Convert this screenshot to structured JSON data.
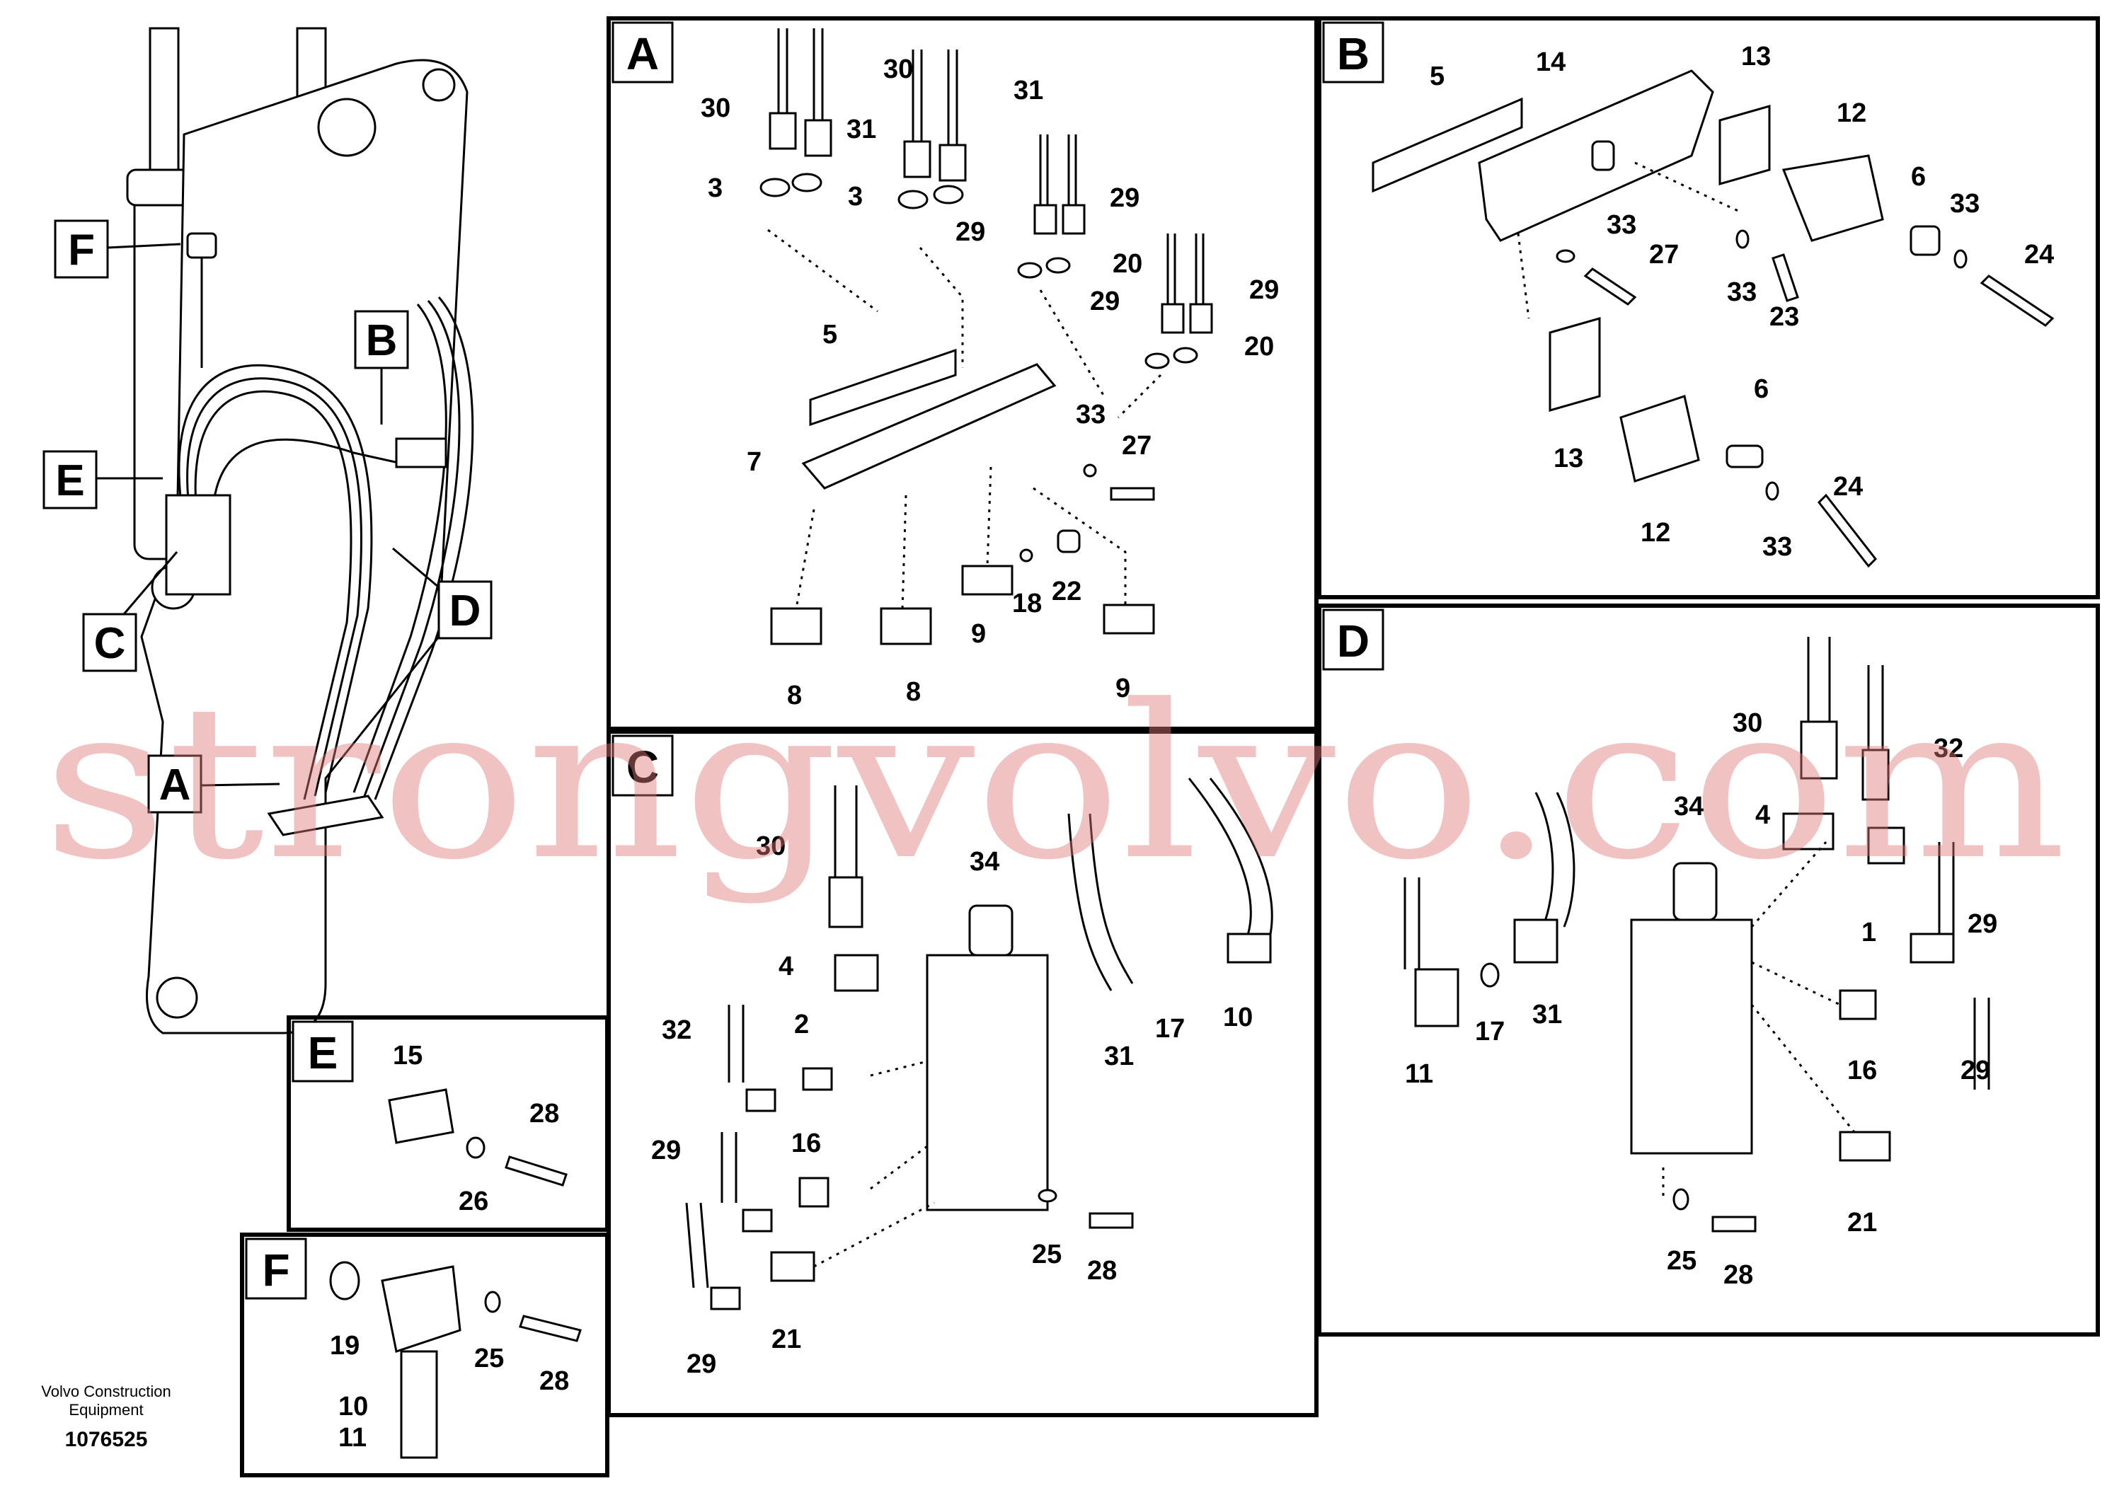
{
  "watermark": "strongvolvo.com",
  "footer": {
    "line1": "Volvo Construction",
    "line2": "Equipment",
    "code": "1076525"
  },
  "overview": {
    "labels": [
      "F",
      "B",
      "E",
      "C",
      "D",
      "A"
    ]
  },
  "panels": {
    "A": {
      "letter": "A",
      "callouts": [
        "30",
        "30",
        "31",
        "31",
        "3",
        "3",
        "29",
        "29",
        "20",
        "20",
        "29",
        "29",
        "5",
        "7",
        "33",
        "27",
        "9",
        "18",
        "22",
        "8",
        "8",
        "9"
      ]
    },
    "B": {
      "letter": "B",
      "callouts": [
        "5",
        "14",
        "13",
        "12",
        "6",
        "33",
        "24",
        "33",
        "27",
        "33",
        "23",
        "13",
        "12",
        "6",
        "33",
        "24"
      ]
    },
    "C": {
      "letter": "C",
      "callouts": [
        "30",
        "34",
        "4",
        "17",
        "10",
        "32",
        "2",
        "31",
        "29",
        "16",
        "25",
        "28",
        "29",
        "21"
      ]
    },
    "D": {
      "letter": "D",
      "callouts": [
        "30",
        "32",
        "34",
        "4",
        "1",
        "29",
        "31",
        "17",
        "11",
        "16",
        "29",
        "21",
        "25",
        "28"
      ]
    },
    "E": {
      "letter": "E",
      "callouts": [
        "15",
        "28",
        "26"
      ]
    },
    "F": {
      "letter": "F",
      "callouts": [
        "19",
        "25",
        "28",
        "10",
        "11"
      ]
    }
  }
}
